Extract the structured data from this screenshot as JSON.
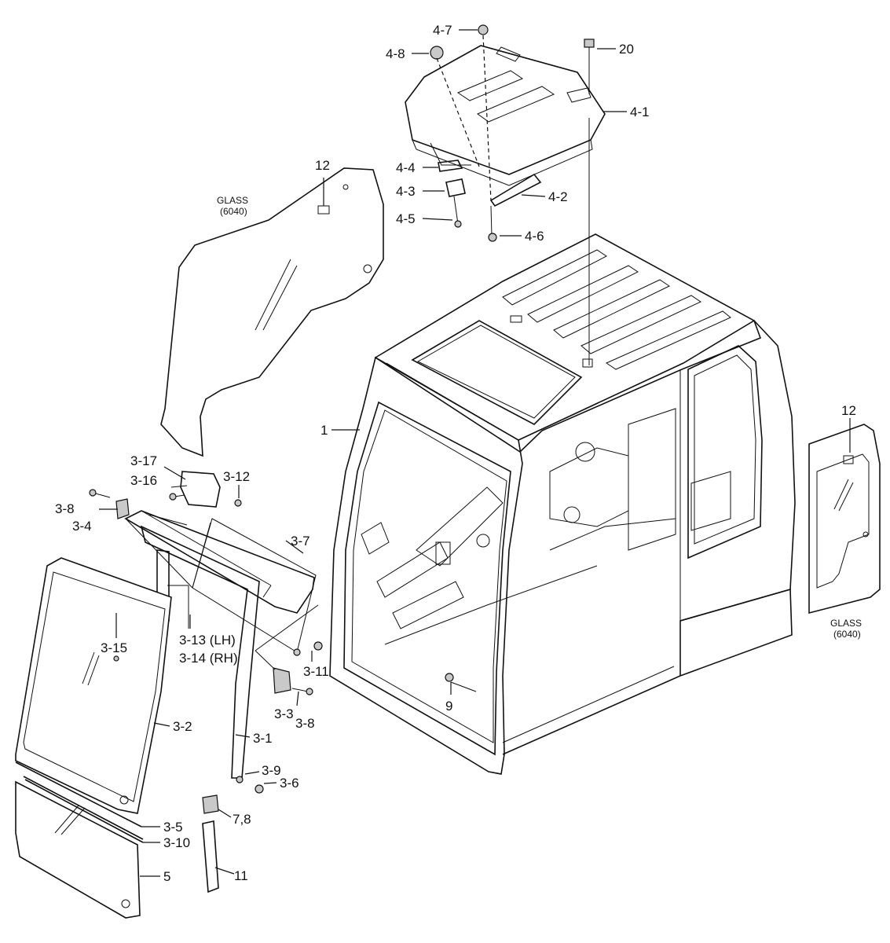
{
  "labels": {
    "l_4_7": "4-7",
    "l_4_8": "4-8",
    "l_20": "20",
    "l_4_1": "4-1",
    "l_4_4": "4-4",
    "l_4_3": "4-3",
    "l_4_5": "4-5",
    "l_4_2": "4-2",
    "l_4_6": "4-6",
    "l_12_left": "12",
    "l_12_right": "12",
    "l_1": "1",
    "l_3_17": "3-17",
    "l_3_16": "3-16",
    "l_3_12": "3-12",
    "l_3_8_left": "3-8",
    "l_3_4": "3-4",
    "l_3_7": "3-7",
    "l_3_15": "3-15",
    "l_3_13": "3-13 (LH)",
    "l_3_14": "3-14 (RH)",
    "l_3_11": "3-11",
    "l_3_3": "3-3",
    "l_3_8_right": "3-8",
    "l_3_2": "3-2",
    "l_3_1": "3-1",
    "l_3_9": "3-9",
    "l_3_6": "3-6",
    "l_7_8": "7,8",
    "l_3_5": "3-5",
    "l_3_10": "3-10",
    "l_5": "5",
    "l_11": "11",
    "l_9": "9"
  },
  "glass_left": {
    "name": "GLASS",
    "code": "(6040)"
  },
  "glass_right": {
    "name": "GLASS",
    "code": "(6040)"
  }
}
